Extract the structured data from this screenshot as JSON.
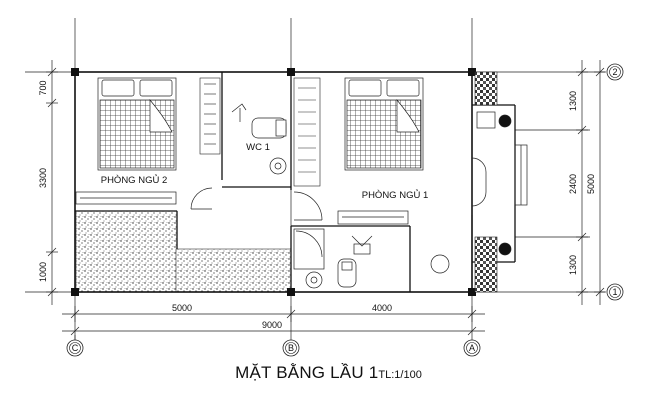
{
  "title": {
    "main": "MẶT BẰNG LẦU 1",
    "scale": "TL:1/100"
  },
  "rooms": {
    "bedroom_2": "PHÒNG NGỦ 2",
    "bedroom_1": "PHÒNG NGỦ 1",
    "wc": "WC 1"
  },
  "dimensions": {
    "left": [
      "700",
      "3300",
      "1000"
    ],
    "bottom_segments": [
      "5000",
      "4000"
    ],
    "bottom_total": "9000",
    "right_inner": [
      "1300",
      "2400",
      "1300"
    ],
    "right_total": "5000"
  },
  "axes": {
    "bottom": [
      "C",
      "B",
      "A"
    ],
    "right": [
      "2",
      "1"
    ]
  }
}
